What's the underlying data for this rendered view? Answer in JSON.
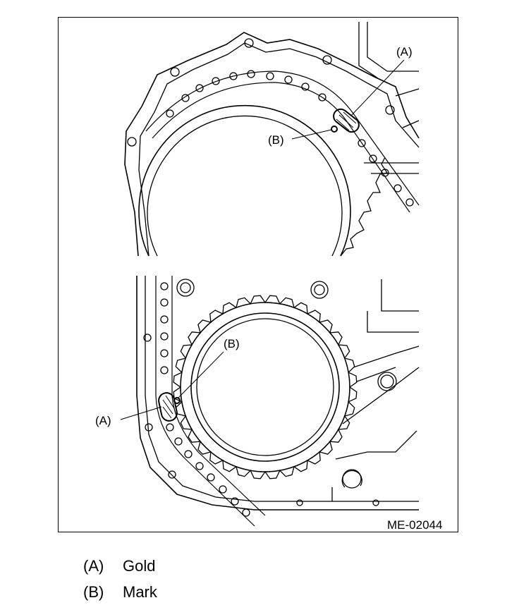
{
  "figure": {
    "callouts": {
      "top_a": "(A)",
      "top_b": "(B)",
      "bottom_a": "(A)",
      "bottom_b": "(B)"
    },
    "figure_id": "ME-02044"
  },
  "legend": [
    {
      "key": "(A)",
      "meaning": "Gold"
    },
    {
      "key": "(B)",
      "meaning": "Mark"
    }
  ],
  "colors": {
    "line": "#000000",
    "background": "#ffffff"
  }
}
